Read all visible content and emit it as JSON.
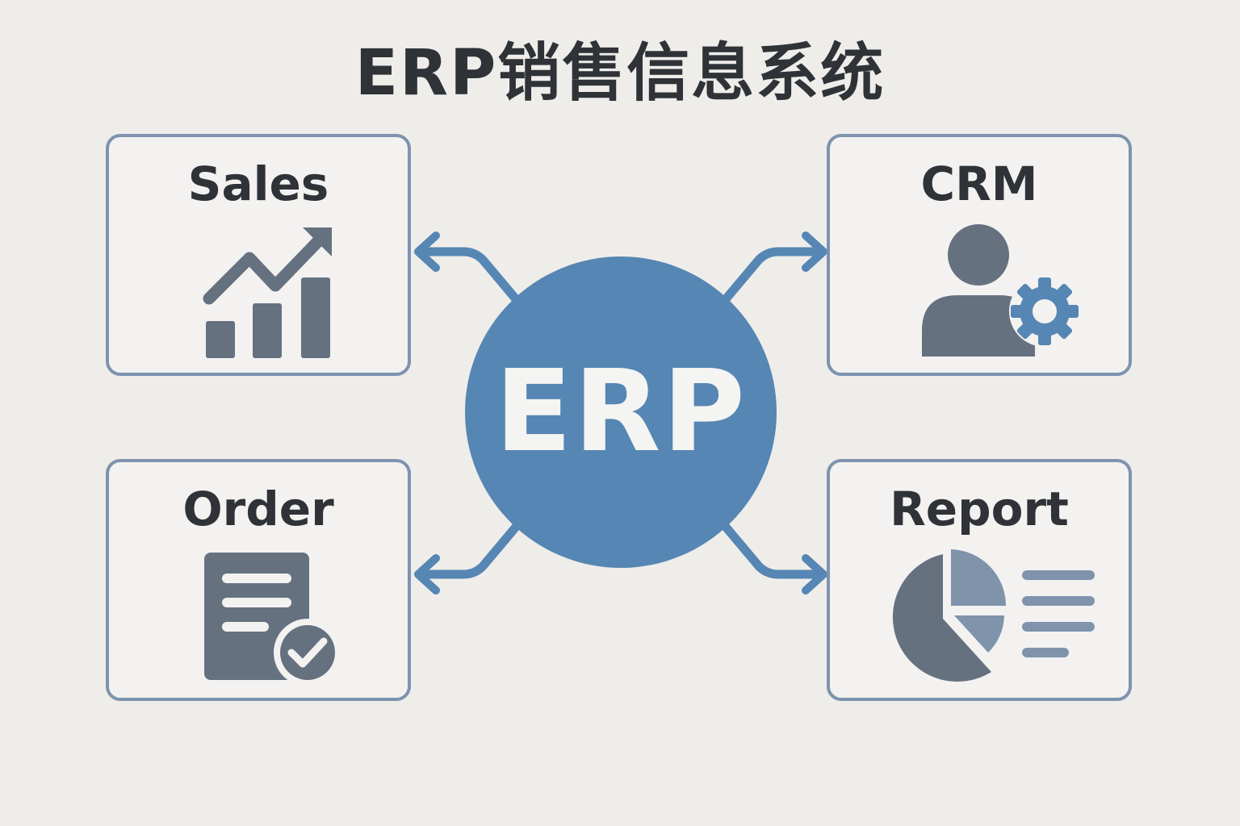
{
  "title": "ERP销售信息系统",
  "hub": {
    "label": "ERP"
  },
  "modules": {
    "sales": {
      "label": "Sales",
      "icon": "bar-chart-trend-icon"
    },
    "crm": {
      "label": "CRM",
      "icon": "user-gear-icon"
    },
    "order": {
      "label": "Order",
      "icon": "document-check-icon"
    },
    "report": {
      "label": "Report",
      "icon": "pie-chart-list-icon"
    }
  },
  "colors": {
    "background": "#efedea",
    "hub": "#5686b3",
    "connector": "#5686b3",
    "box_border": "#7d93af",
    "icon_primary": "#65717f",
    "icon_accent": "#5686b3",
    "icon_light": "#7f93ab",
    "text": "#2f3338"
  }
}
